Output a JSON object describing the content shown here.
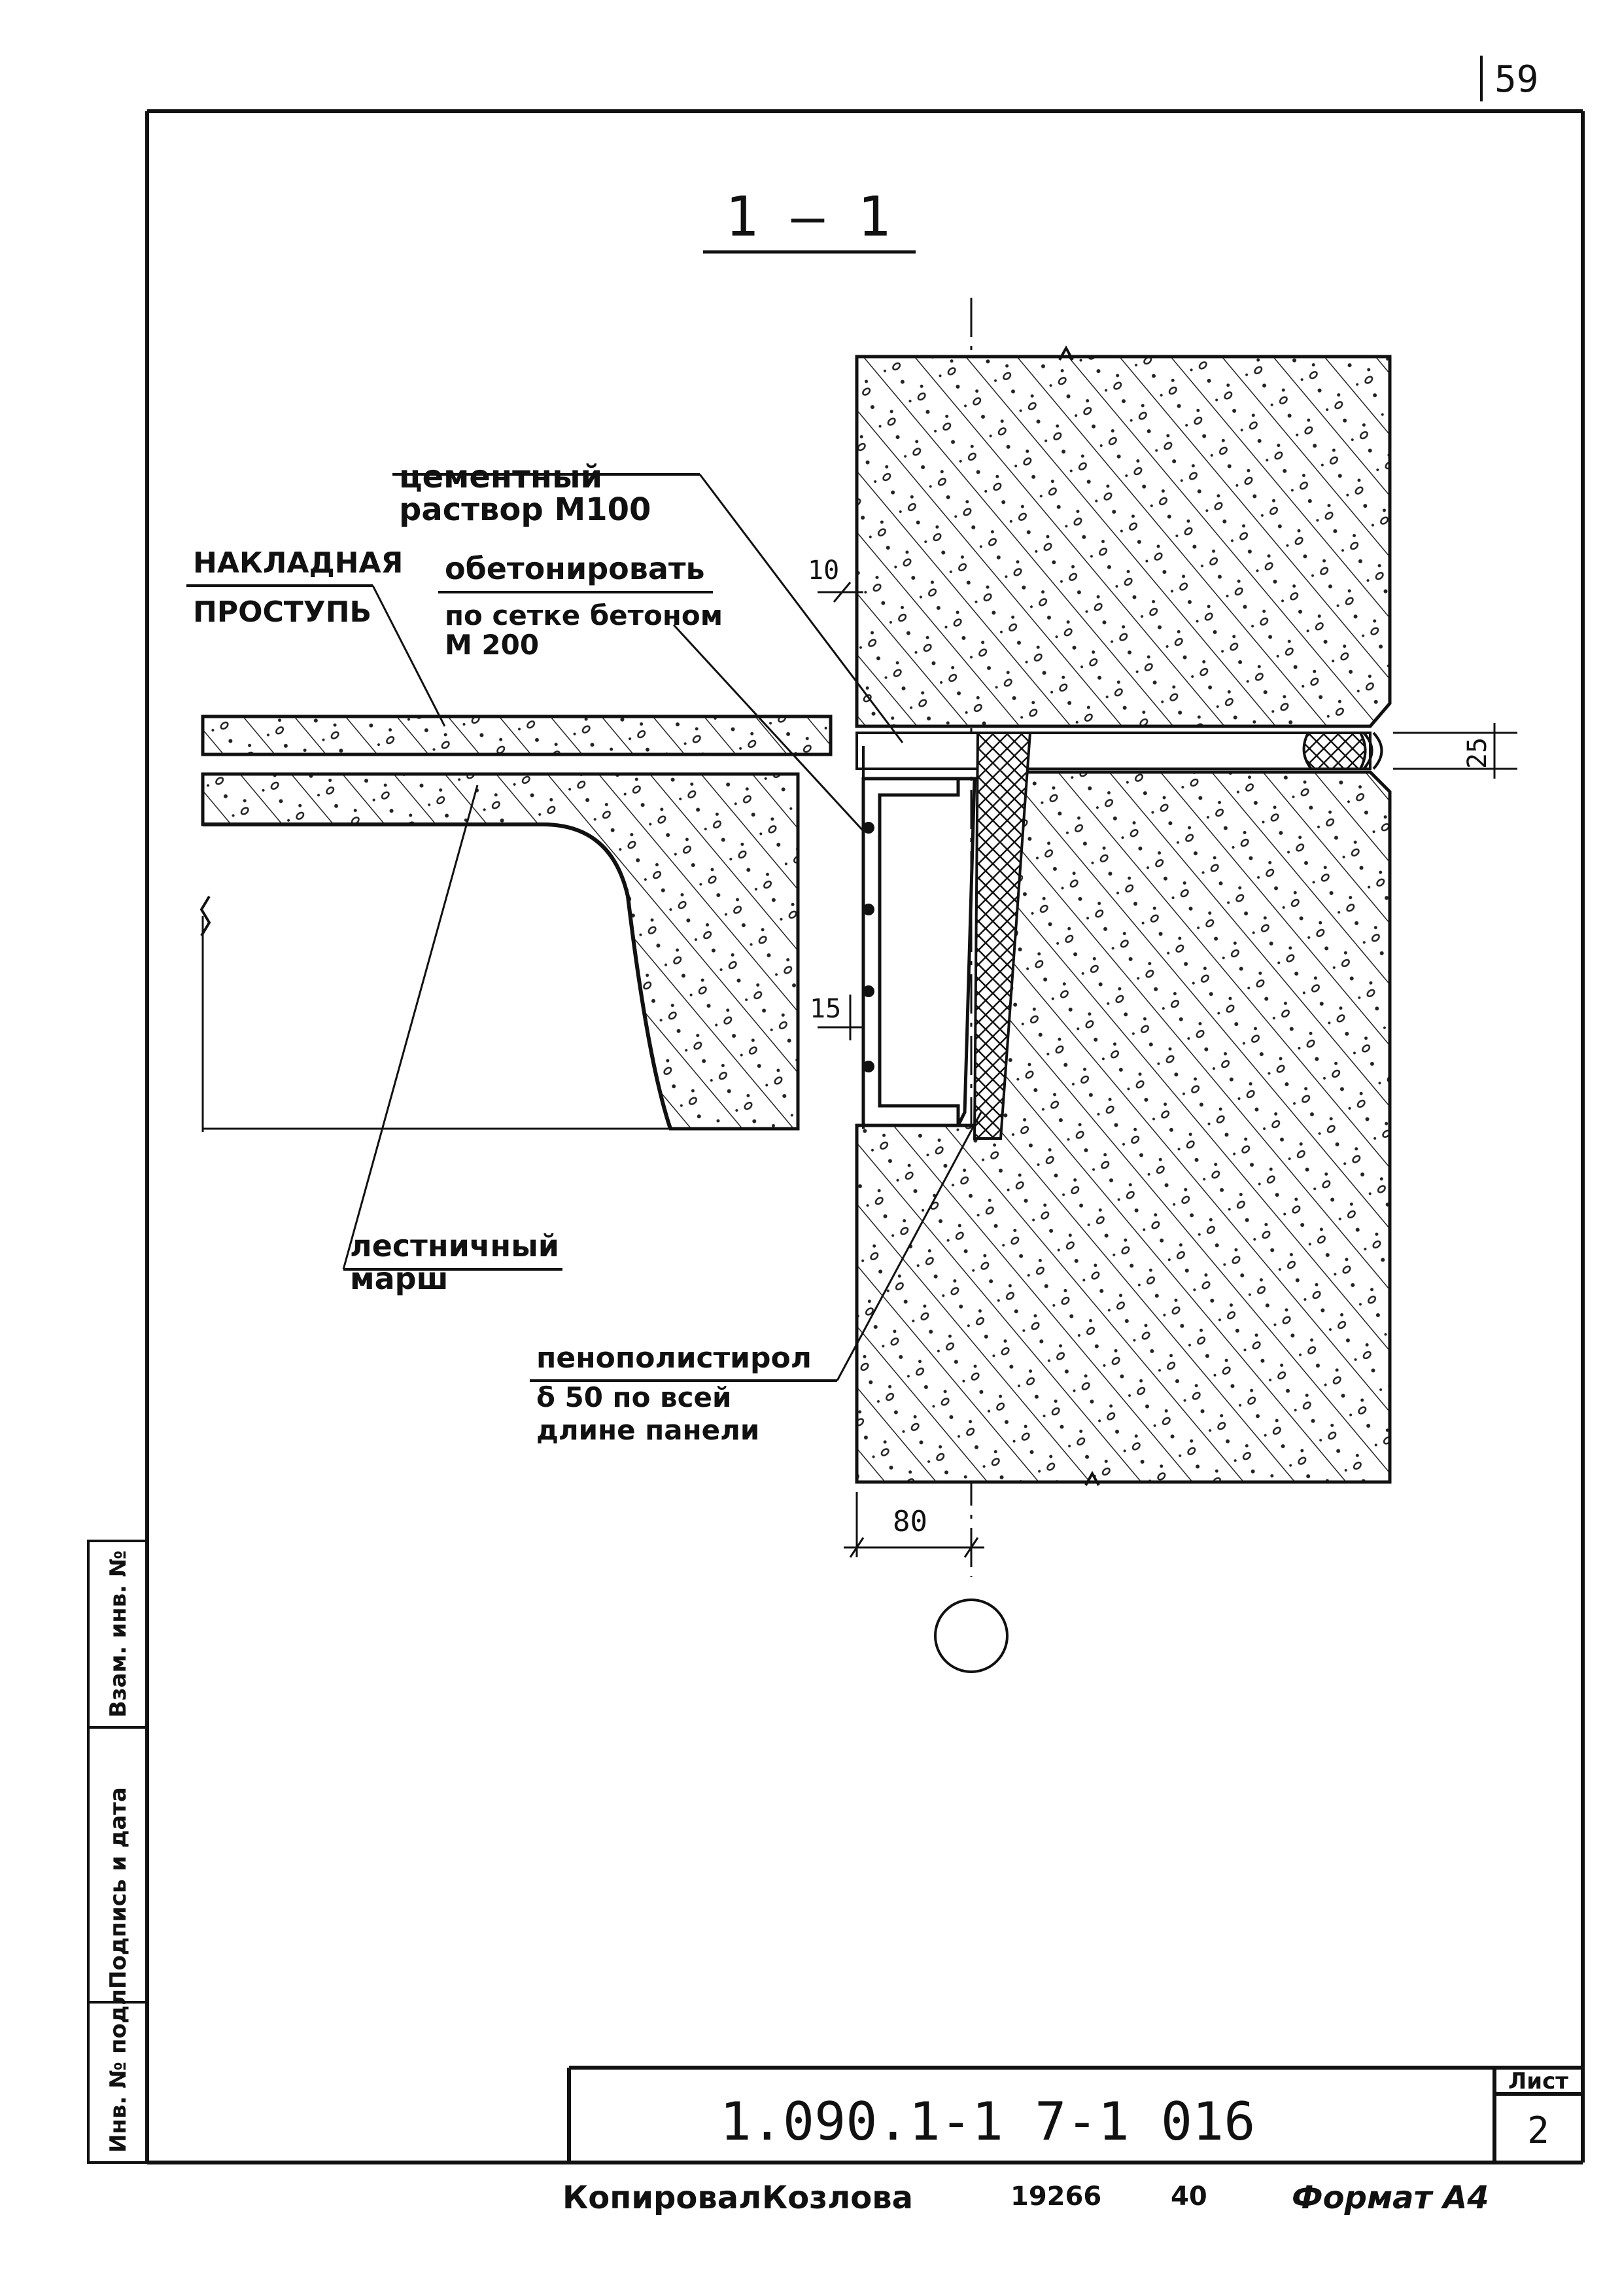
{
  "page_number": "59",
  "section_title": "1 – 1",
  "labels": {
    "cement_mortar_line1": "цементный",
    "cement_mortar_line2": "раствор М100",
    "overlay_tread_line1": "НАКЛАДНАЯ",
    "overlay_tread_line2": "ПРОСТУПЬ",
    "concrete_fill_line1": "обетонировать",
    "concrete_fill_line2": "по сетке бетоном",
    "concrete_fill_line3": "М 200",
    "stair_flight_line1": "лестничный",
    "stair_flight_line2": "марш",
    "polystyrene_line1": "пенополистирол",
    "polystyrene_line2": "δ 50 по всей",
    "polystyrene_line3": "длине панели"
  },
  "dimensions": {
    "dim_10": "10",
    "dim_15": "15",
    "dim_25": "25",
    "dim_80": "80"
  },
  "side_stamp": {
    "inv_orig": "Инв. № подл.",
    "sign_date": "Подпись и дата",
    "replaces_inv": "Взам. инв. №"
  },
  "title_block": {
    "code": "1.090.1-1 7-1 016",
    "sheet_label": "Лист",
    "sheet_number": "2"
  },
  "footer": {
    "copied_by_label": "Копировал",
    "copied_by_name": "Козлова",
    "order_number": "19266",
    "copies": "40",
    "format_label": "Формат А4"
  }
}
